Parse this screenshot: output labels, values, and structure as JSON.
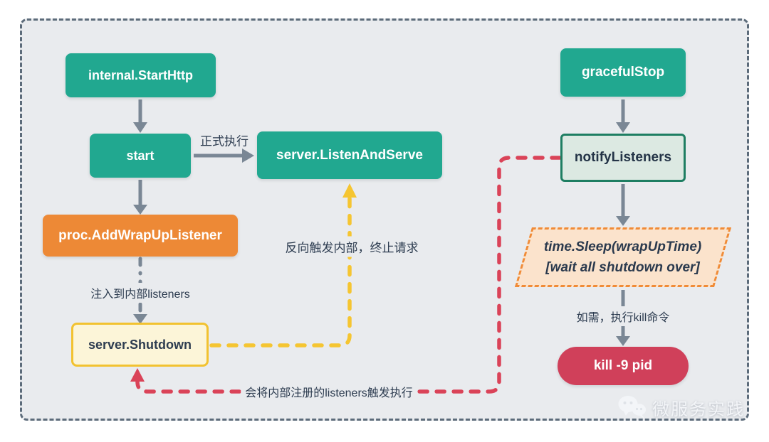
{
  "diagram": {
    "title_hint": "go-zero graceful shutdown flowchart",
    "nodes": {
      "internal_start_http": {
        "label": "internal.StartHttp"
      },
      "start": {
        "label": "start"
      },
      "listen_and_serve": {
        "label": "server.ListenAndServe"
      },
      "add_wrap_up_listener": {
        "label": "proc.AddWrapUpListener"
      },
      "server_shutdown": {
        "label": "server.Shutdown"
      },
      "graceful_stop": {
        "label": "gracefulStop"
      },
      "notify_listeners": {
        "label": "notifyListeners"
      },
      "time_sleep": {
        "line1": "time.Sleep(wrapUpTime)",
        "line2": "[wait all shutdown over]"
      },
      "kill_pid": {
        "label": "kill -9 pid"
      }
    },
    "edge_labels": {
      "formal_execution": "正式执行",
      "inject_listeners": "注入到内部listeners",
      "reverse_trigger": "反向触发内部，终止请求",
      "trigger_registered": "会将内部注册的listeners触发执行",
      "kill_if_needed": "如需，执行kill命令"
    },
    "colors": {
      "background": "#e9ebee",
      "frame_dash": "#5c6b7a",
      "teal_node": "#21a890",
      "orange_node": "#ed8936",
      "cream_fill": "#fcf5d8",
      "cream_border": "#f2c230",
      "mint_fill": "#dce9e2",
      "mint_border": "#1e7e62",
      "peach_fill": "#fbe3cc",
      "peach_border": "#f08b37",
      "red_pill": "#d0405a",
      "red_dash": "#da4358",
      "yellow_dash": "#f5c531",
      "arrow_gray": "#7a8795",
      "text_dark": "#2d3c50"
    }
  },
  "watermark": {
    "label": "微服务实践",
    "icon": "wechat-icon"
  }
}
